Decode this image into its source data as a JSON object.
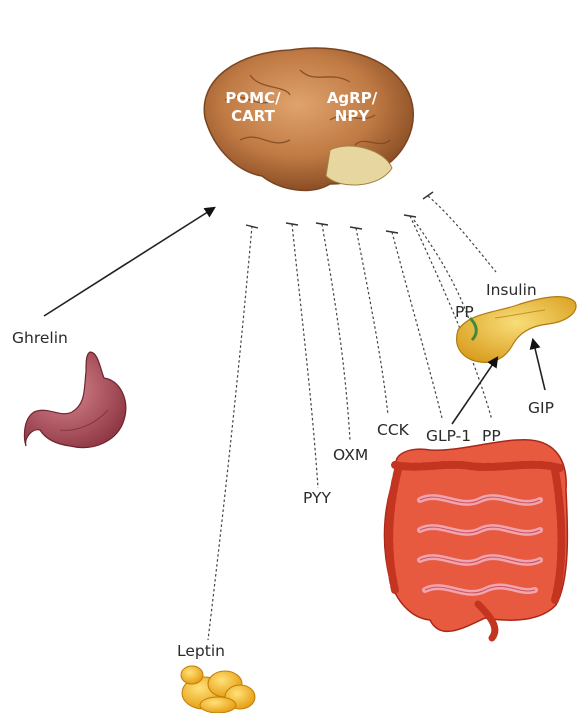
{
  "brain": {
    "line1_left": "POMC/",
    "line2_left": "CART",
    "line1_right": "AgRP/",
    "line2_right": "NPY"
  },
  "labels": {
    "ghrelin": "Ghrelin",
    "leptin": "Leptin",
    "pyy": "PYY",
    "oxm": "OXM",
    "cck": "CCK",
    "glp1": "GLP-1",
    "pp_bottom": "PP",
    "pp_top": "PP",
    "insulin": "Insulin",
    "gip": "GIP"
  },
  "colors": {
    "brain": "#c98a55",
    "stomach": "#b0505a",
    "fat": "#f3b21a",
    "intestine": "#e2452f",
    "pancreas": "#e9bd2c"
  }
}
